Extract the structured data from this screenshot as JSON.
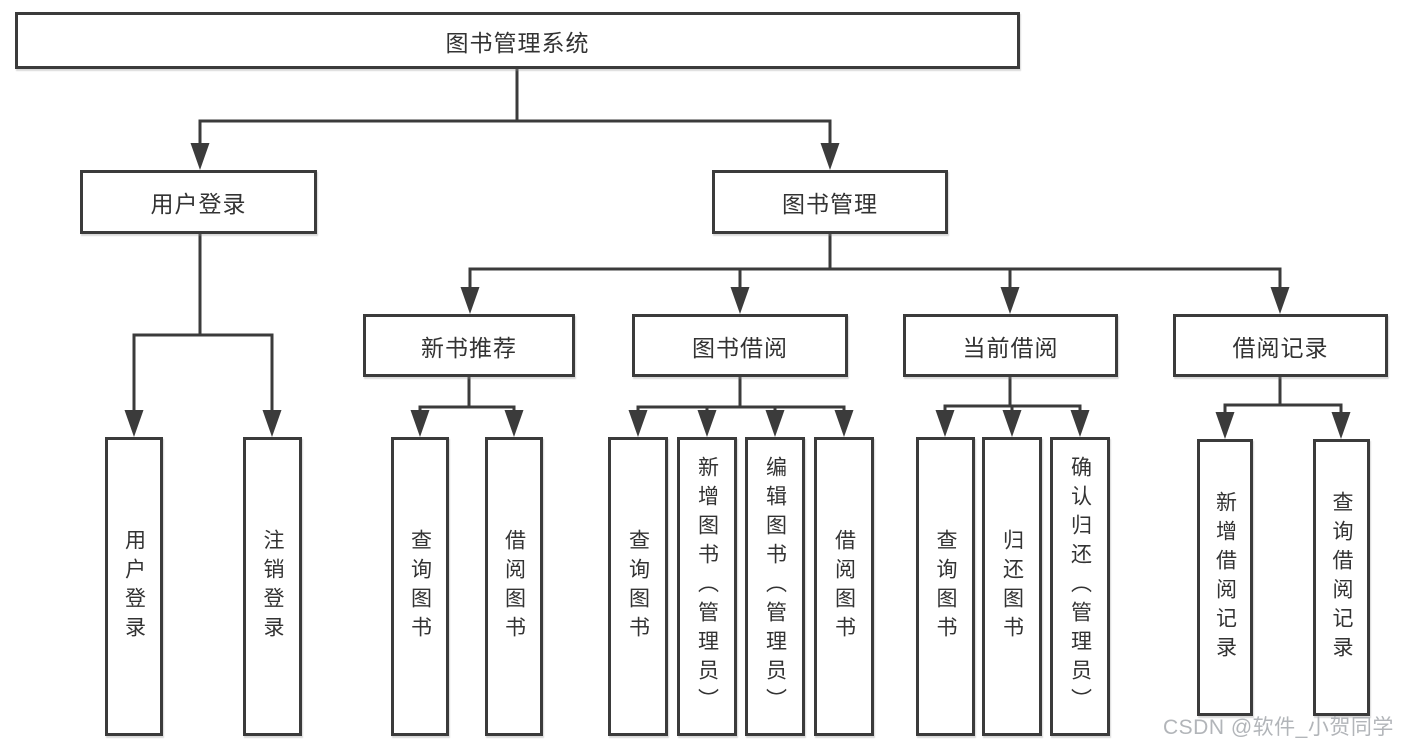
{
  "diagram": {
    "tree": {
      "label": "图书管理系统",
      "children": [
        {
          "label": "用户登录",
          "children": [
            {
              "label": "用户登录"
            },
            {
              "label": "注销登录"
            }
          ]
        },
        {
          "label": "图书管理",
          "children": [
            {
              "label": "新书推荐",
              "children": [
                {
                  "label": "查询图书"
                },
                {
                  "label": "借阅图书"
                }
              ]
            },
            {
              "label": "图书借阅",
              "children": [
                {
                  "label": "查询图书"
                },
                {
                  "label": "新增图书（管理员）"
                },
                {
                  "label": "编辑图书（管理员）"
                },
                {
                  "label": "借阅图书"
                }
              ]
            },
            {
              "label": "当前借阅",
              "children": [
                {
                  "label": "查询图书"
                },
                {
                  "label": "归还图书"
                },
                {
                  "label": "确认归还（管理员）"
                }
              ]
            },
            {
              "label": "借阅记录",
              "children": [
                {
                  "label": "新增借阅记录"
                },
                {
                  "label": "查询借阅记录"
                }
              ]
            }
          ]
        }
      ]
    },
    "line_color": "#3b3b3b"
  },
  "watermark": {
    "text": "CSDN @软件_小贺同学"
  }
}
